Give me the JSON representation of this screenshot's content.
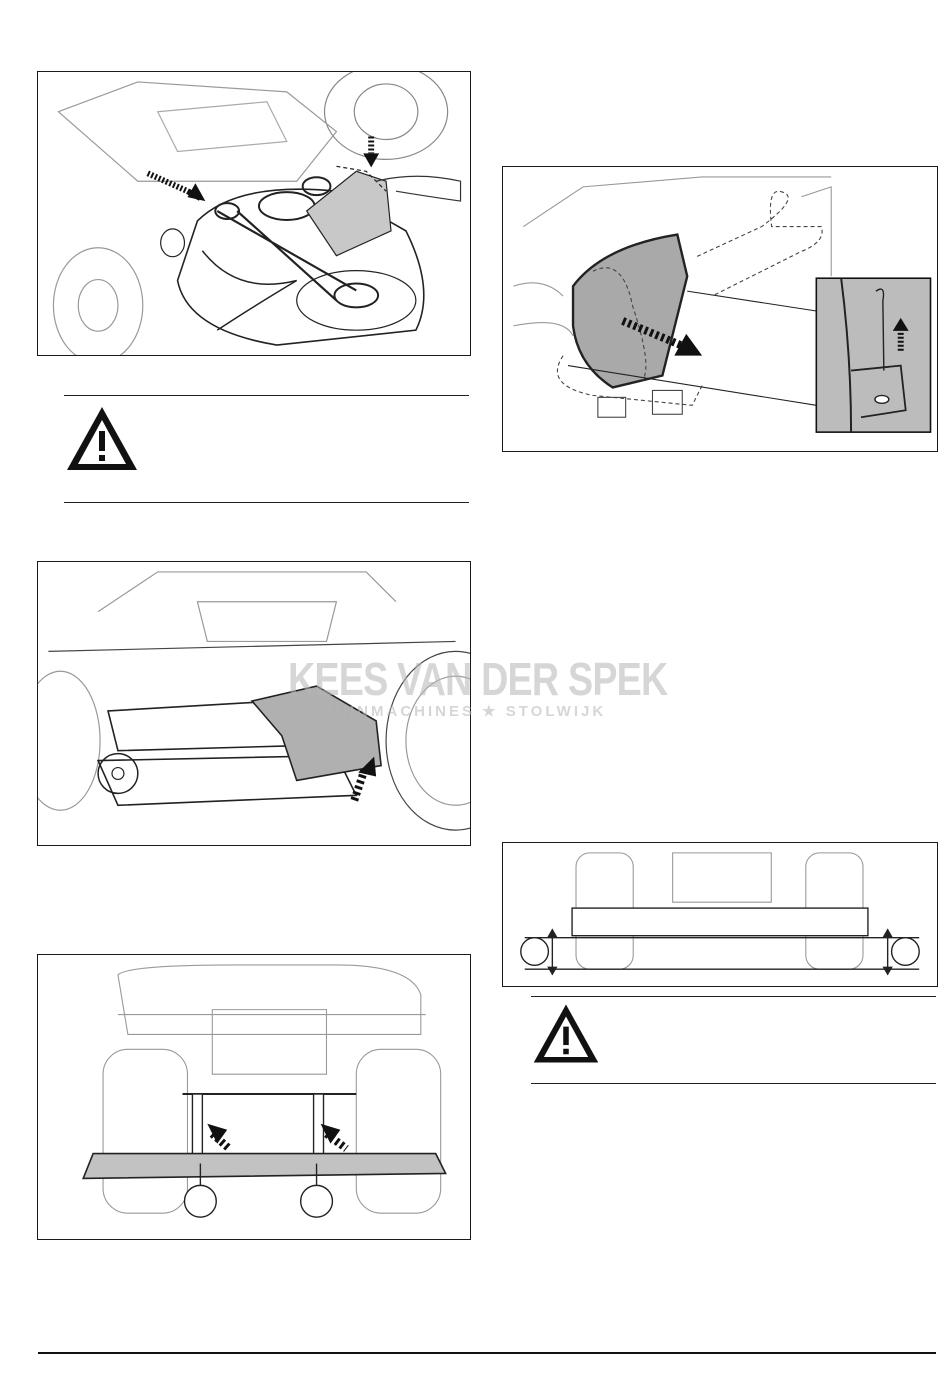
{
  "watermark": {
    "title": "KEES VAN DER SPEK",
    "subtitle": "TUINMACHINES ★ STOLWIJK"
  },
  "figures": [
    {
      "id": "fig-belt-cover",
      "subject": "mower deck belt cover removal"
    },
    {
      "id": "fig-belt-guard",
      "subject": "belt guard clip removal"
    },
    {
      "id": "fig-deck-side",
      "subject": "deck side attachment"
    },
    {
      "id": "fig-deck-front",
      "subject": "deck front attachment"
    },
    {
      "id": "fig-deck-height",
      "subject": "deck height measurement"
    }
  ],
  "warnings": [
    {
      "id": "warning-1",
      "icon": "warning-triangle-icon"
    },
    {
      "id": "warning-2",
      "icon": "warning-triangle-icon"
    }
  ],
  "colors": {
    "line": "#1a1a1a",
    "shade": "#b8b8b8",
    "light": "#d9d9d9"
  }
}
